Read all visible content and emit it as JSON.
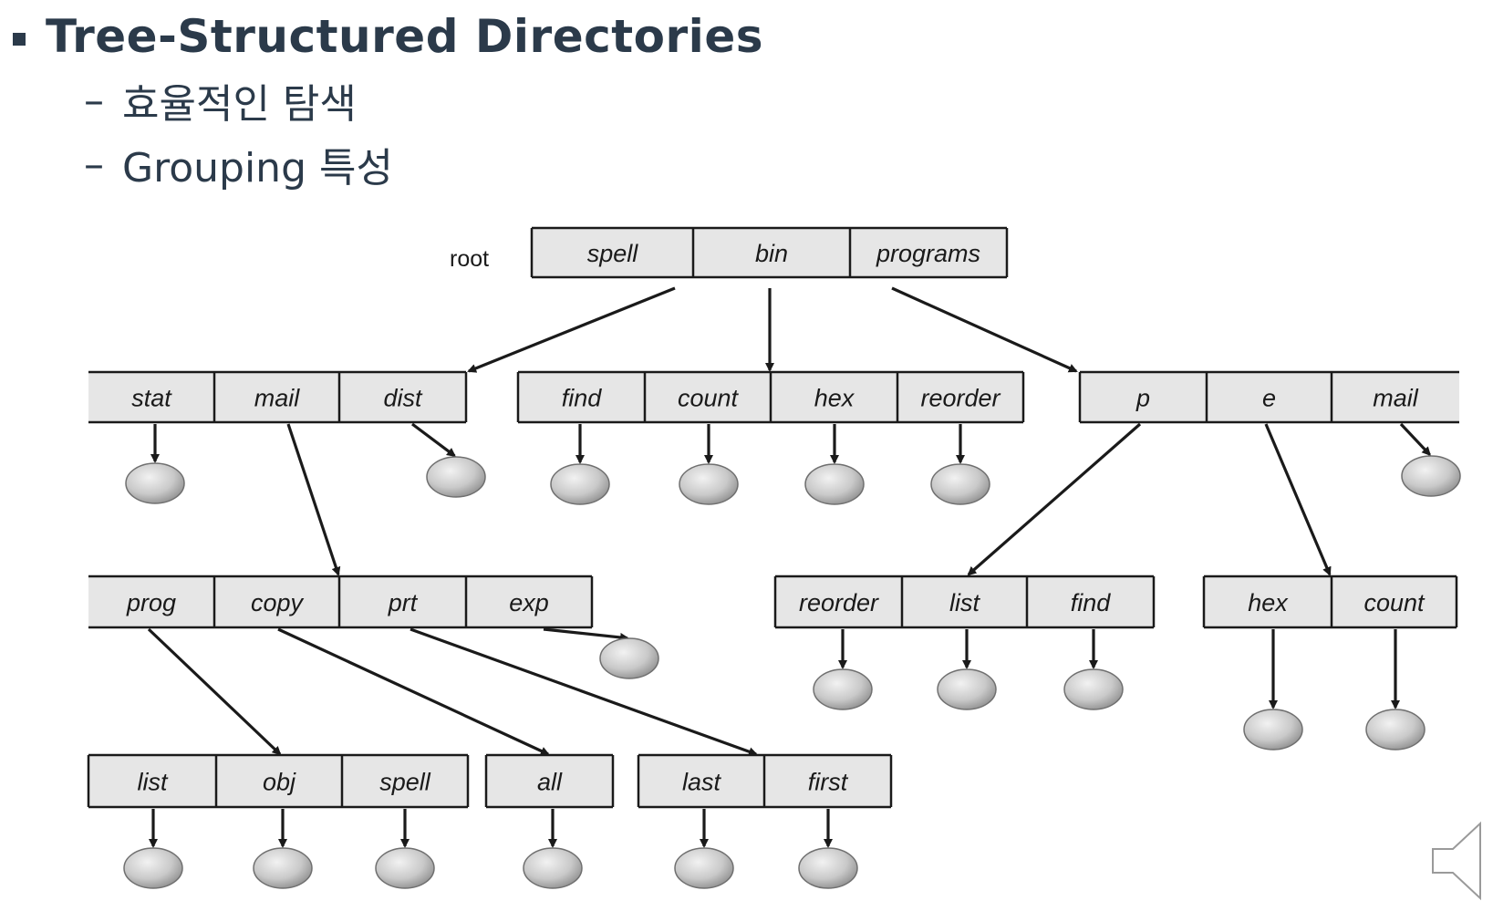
{
  "slide": {
    "title": "Tree-Structured Directories",
    "bullets": [
      {
        "dash": "–",
        "text": "효율적인 탐색"
      },
      {
        "dash": "–",
        "text": "Grouping 특성"
      }
    ]
  },
  "diagram": {
    "root_label": "root",
    "nodes": {
      "root": [
        "spell",
        "bin",
        "programs"
      ],
      "spell_dir": [
        "stat",
        "mail",
        "dist"
      ],
      "bin_dir": [
        "find",
        "count",
        "hex",
        "reorder"
      ],
      "programs_dir": [
        "p",
        "e",
        "mail"
      ],
      "mail_dir": [
        "prog",
        "copy",
        "prt",
        "exp"
      ],
      "p_dir": [
        "reorder",
        "list",
        "find"
      ],
      "e_dir": [
        "hex",
        "count"
      ],
      "prog_dir": [
        "list",
        "obj",
        "spell"
      ],
      "copy_dir": [
        "all"
      ],
      "prt_dir": [
        "last",
        "first"
      ]
    }
  },
  "colors": {
    "text": "#2b3a4a",
    "cell_fill": "#e6e6e6",
    "stroke": "#1a1a1a"
  },
  "icons": {
    "bullet": "square-bullet-icon",
    "speaker": "speaker-icon"
  }
}
